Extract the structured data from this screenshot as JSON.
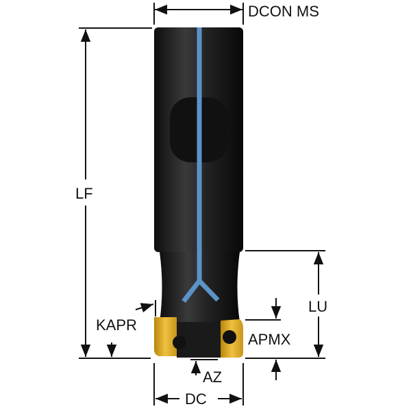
{
  "labels": {
    "dcon": "DCON MS",
    "lf": "LF",
    "lu": "LU",
    "kapr": "KAPR",
    "apmx": "APMX",
    "az": "AZ",
    "dc": "DC"
  },
  "colors": {
    "body": "#1c1c1c",
    "coolant": "#5b93c7",
    "insert": "#d9a520",
    "line": "#111111"
  }
}
